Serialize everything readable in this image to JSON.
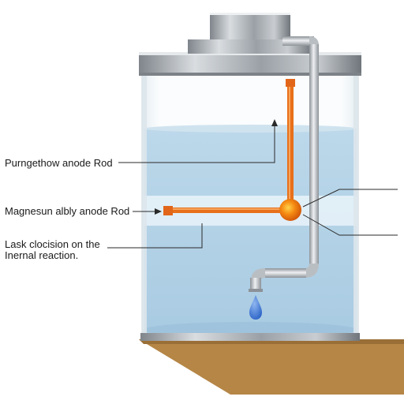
{
  "labels": {
    "top": "Purngethow anode Rod",
    "middle": "Magnesun albly anode Rod",
    "bottom": "Lask clocision on the\nInernal reaction."
  },
  "colors": {
    "water": "#b9d6e8",
    "water_band": "#e6f1f8",
    "steel": "#a4a9ae",
    "anode_rod": "#e8701a",
    "junction_ball": "#f07a10",
    "ground": "#b9894a",
    "water_drop": "#3b76d4"
  }
}
